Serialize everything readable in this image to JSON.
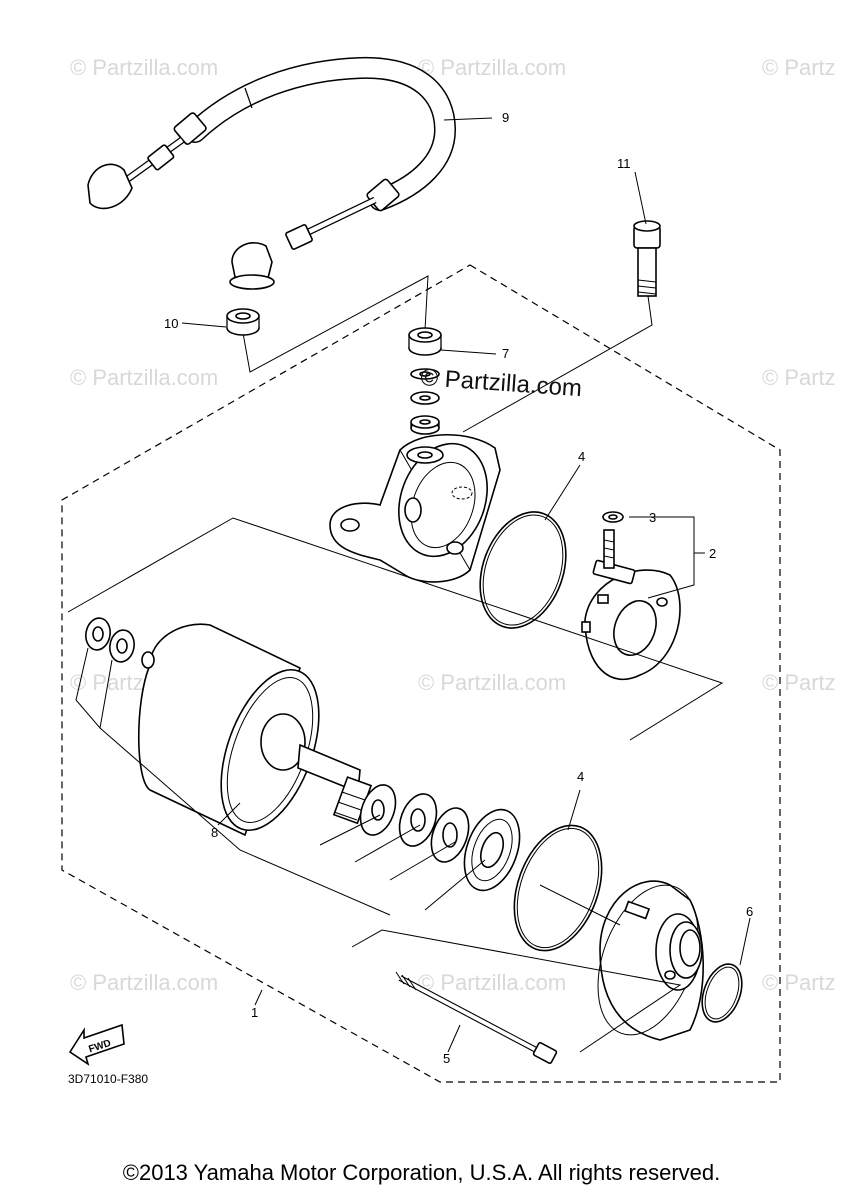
{
  "watermarks": [
    "© Partzilla.com",
    "© Partzilla.com",
    "© Partz",
    "© Partzilla.com",
    "© Partz",
    "© Partzilla.com",
    "© Partzilla.com",
    "© Partz",
    "© Partzilla.com",
    "© Partzilla.com",
    "© Partz"
  ],
  "center_watermark": "© Partzilla.com",
  "callouts": [
    "1",
    "2",
    "3",
    "4",
    "4",
    "5",
    "6",
    "7",
    "8",
    "9",
    "10",
    "11"
  ],
  "fwd_label": "FWD",
  "diagram_code": "3D71010-F380",
  "copyright": "©2013 Yamaha Motor Corporation, U.S.A. All rights reserved."
}
